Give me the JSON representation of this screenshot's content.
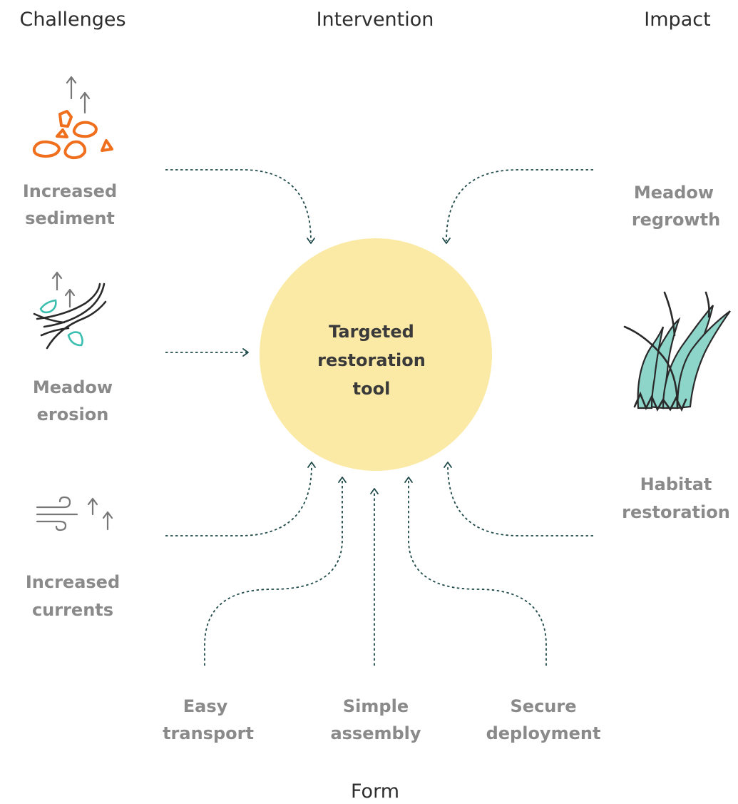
{
  "headers": {
    "challenges": "Challenges",
    "intervention": "Intervention",
    "impact": "Impact",
    "form": "Form"
  },
  "center": {
    "lines": [
      "Targeted",
      "restoration",
      "tool"
    ]
  },
  "challenges": [
    {
      "lines": [
        "Increased",
        "sediment"
      ],
      "icon": "sediment-icon"
    },
    {
      "lines": [
        "Meadow",
        "erosion"
      ],
      "icon": "erosion-icon"
    },
    {
      "lines": [
        "Increased",
        "currents"
      ],
      "icon": "currents-icon"
    }
  ],
  "impacts": [
    {
      "lines": [
        "Meadow",
        "regrowth"
      ]
    },
    {
      "lines": [
        "Habitat",
        "restoration"
      ]
    }
  ],
  "impact_icon": "seagrass-icon",
  "forms": [
    {
      "lines": [
        "Easy",
        "transport"
      ]
    },
    {
      "lines": [
        "Simple",
        "assembly"
      ]
    },
    {
      "lines": [
        "Secure",
        "deployment"
      ]
    }
  ],
  "colors": {
    "circle": "#fbeaa6",
    "arrow": "#1f4a49",
    "sediment": "#f06f1d",
    "teal": "#3bbfb0",
    "label": "#8a8a8a"
  }
}
